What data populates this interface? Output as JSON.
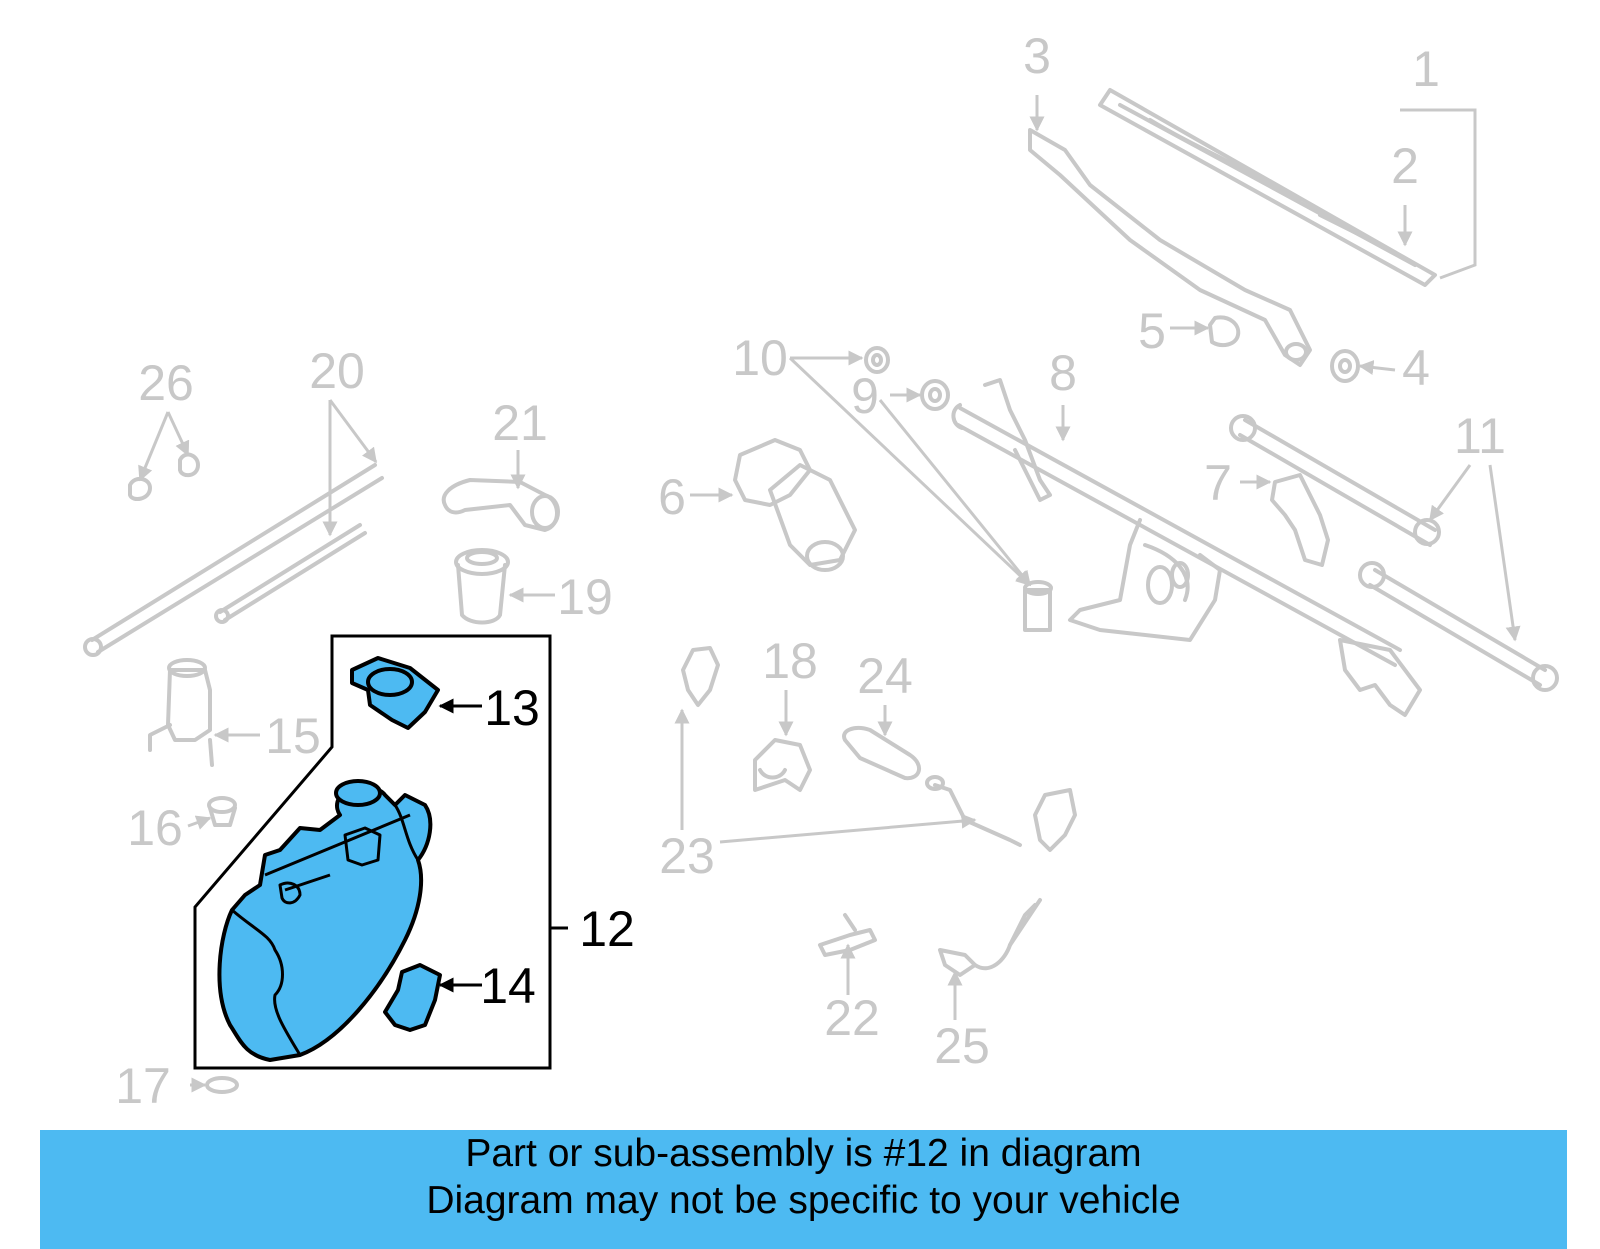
{
  "labels": {
    "l1": "1",
    "l2": "2",
    "l3": "3",
    "l4": "4",
    "l5": "5",
    "l6": "6",
    "l7": "7",
    "l8": "8",
    "l9": "9",
    "l10": "10",
    "l11": "11",
    "l12": "12",
    "l13": "13",
    "l14": "14",
    "l15": "15",
    "l16": "16",
    "l17": "17",
    "l18": "18",
    "l19": "19",
    "l20": "20",
    "l21": "21",
    "l22": "22",
    "l23": "23",
    "l24": "24",
    "l25": "25",
    "l26": "26"
  },
  "highlight_color": "#4dbaf2",
  "banner": {
    "line1": "Part or sub-assembly is #12 in diagram",
    "line2": "Diagram may not be specific to your vehicle"
  }
}
